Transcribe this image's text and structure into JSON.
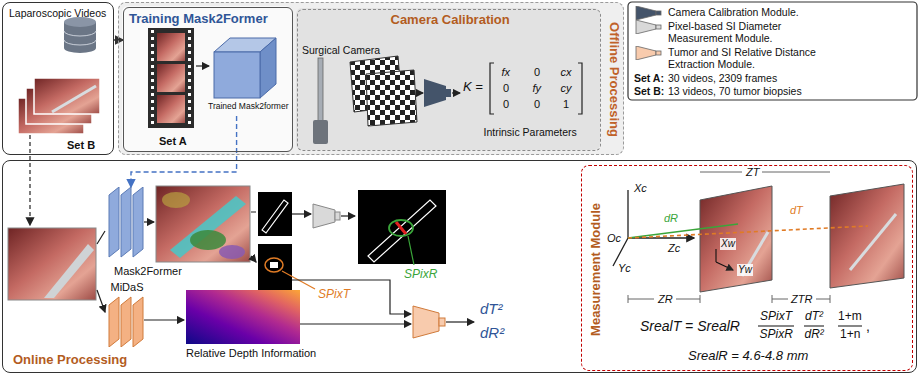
{
  "diagram": {
    "nodes": [
      {
        "text": [
          "Laparoscopic Videos",
          "Set B"
        ]
      },
      {
        "text": [
          "Offline Processing"
        ]
      },
      {
        "text": [
          "Training Mask2Former",
          "Set A"
        ],
        "in": 1
      },
      {
        "text": [
          "Trained Mask2former"
        ],
        "in": 2
      },
      {
        "text": [
          "Camera Calibration",
          "Surgical Camera",
          "Intrinsic Parameters"
        ],
        "in": 1
      },
      {
        "text": [
          "Online Processing"
        ]
      },
      {
        "text": [
          "Mask2Former"
        ],
        "in": 5
      },
      {
        "text": [
          "MiDaS"
        ],
        "in": 5
      },
      {
        "text": [
          "Measurement Module"
        ],
        "in": 5
      }
    ],
    "edges": [
      {
        "from": 0,
        "to": 2,
        "arrow": "to"
      },
      {
        "from": 3,
        "to": 6,
        "arrow": "to"
      }
    ],
    "labels": [
      "K =",
      "fx",
      "0",
      "cx",
      "0",
      "fy",
      "cy",
      "0",
      "0",
      "1",
      "Set A:",
      "30 videos, 2309 frames",
      "Set B:",
      "13 videos, 70 tumor biopsies",
      "SPixT",
      "SPixR",
      "Relative Depth Information",
      "dT²",
      "dR²",
      "Xc",
      "Zc",
      "Oc",
      "Yc",
      "dR",
      "dT",
      "ZT",
      "Xw",
      "Yw",
      "ZR",
      "ZTR",
      "SrealT = SrealR",
      "SPixT",
      "SPixR",
      "dT²",
      "dR²",
      "1+m",
      "1+n",
      ",",
      "SrealR = 4.6-4.8 mm"
    ],
    "legend": [
      {
        "text": "Camera Calibration Module.",
        "color": "#44546a"
      },
      {
        "text": "Pixel-based SI Diameter Measurement Module.",
        "color": "#d9d9d9"
      },
      {
        "text": "Tumor and SI Relative Distance Extraction Module.",
        "color": "#f8cbad"
      }
    ]
  }
}
